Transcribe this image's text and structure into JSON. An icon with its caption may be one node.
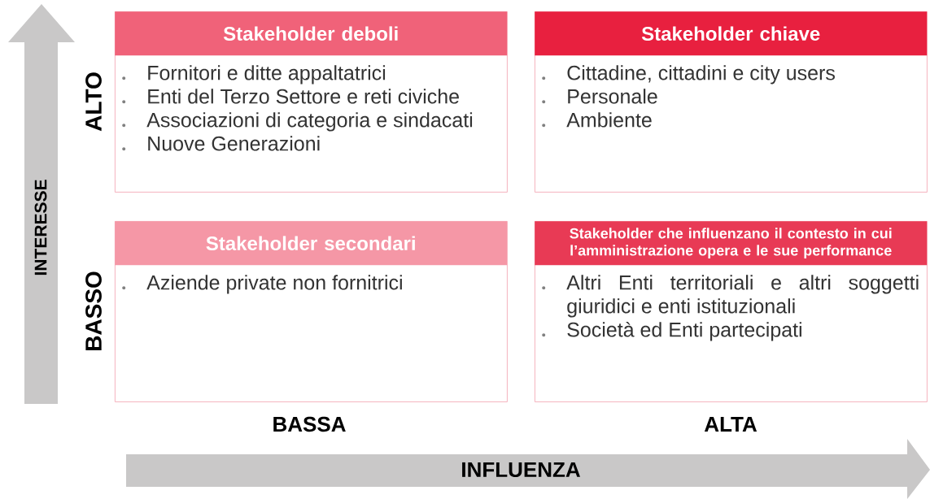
{
  "diagram": {
    "nodes": [
      {
        "text": [
          "Stakeholder deboli",
          "Fornitori e ditte appaltatrici",
          "Enti del Terzo Settore e reti civiche",
          "Associazioni di categoria e sindacati",
          "Nuove Generazioni"
        ]
      },
      {
        "text": [
          "Stakeholder chiave",
          "Cittadine, cittadini e city users",
          "Personale",
          "Ambiente"
        ]
      },
      {
        "text": [
          "Stakeholder secondari",
          "Aziende private non fornitrici"
        ]
      },
      {
        "text": [
          "Stakeholder che influenzano il contesto in cui l’amministrazione opera e le sue performance",
          "Altri Enti territoriali e altri soggetti giuridici e enti istituzionali",
          "Società ed Enti partecipati"
        ]
      }
    ],
    "labels": [
      "INTERESSE",
      "ALTO",
      "BASSO",
      "BASSA",
      "ALTA",
      "INFLUENZA"
    ]
  }
}
